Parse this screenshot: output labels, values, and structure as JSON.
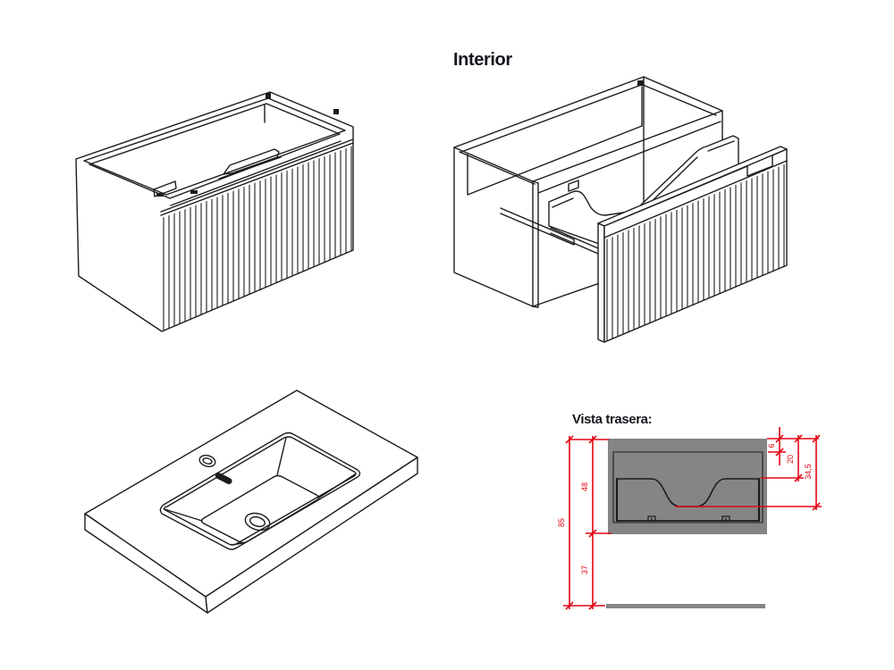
{
  "titles": {
    "interior": "Interior",
    "rear_view": "Vista trasera:"
  },
  "rear_view": {
    "dimensions": {
      "total_height": "85",
      "cabinet_height": "48",
      "wall_clearance": "37",
      "top_panel_offset": "6",
      "drawer_top_offset": "20",
      "cutout_depth": "34,5"
    }
  },
  "colors": {
    "line": "#1c1c1c",
    "dimension_red": "#e30613",
    "panel_gray": "#858585",
    "background": "#ffffff"
  }
}
